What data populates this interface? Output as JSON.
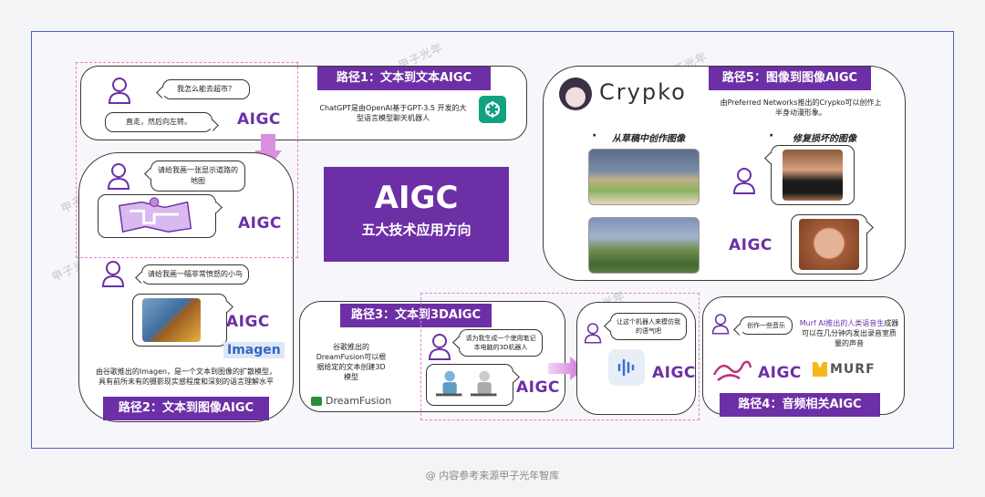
{
  "watermark": "甲子光年",
  "center": {
    "title": "AIGC",
    "subtitle": "五大技术应用方向"
  },
  "path1": {
    "tag": "路径1：文本到文本AIGC",
    "question": "我怎么能去超市？",
    "answer": "直走，然后向左转。",
    "aigc": "AIGC",
    "desc": "ChatGPT是由OpenAI基于GPT-3.5 开发的大型语言模型聊天机器人"
  },
  "path2": {
    "tag": "路径2：文本到图像AIGC",
    "prompt_map": "请给我画一张显示道路的地图",
    "prompt_bird": "请给我画一幅非常愤怒的小鸟",
    "aigc": "AIGC",
    "imagen_logo": "Imagen",
    "desc": "由谷歌推出的Imagen，是一个文本到图像的扩散模型，具有前所未有的摄影现实感程度和深刻的语言理解水平"
  },
  "path3": {
    "tag": "路径3：文本到3DAIGC",
    "desc": "谷歌推出的DreamFusion可以根据给定的文本创建3D模型",
    "prompt": "请为我生成一个使用笔记本电脑的3D机器人",
    "aigc": "AIGC",
    "logo": "DreamFusion"
  },
  "path4": {
    "tag": "路径4：音频相关AIGC",
    "voice_prompt": "让这个机器人来模仿我的语气吧",
    "music_prompt": "创作一些音乐",
    "aigc": "AIGC",
    "desc_highlight": "Murf AI推出的人类语音生",
    "desc_rest": "成器可以在几分钟内发出录音室质量的声音",
    "logo": "MURF"
  },
  "path5": {
    "tag": "路径5：图像到图像AIGC",
    "brand": "Crypko",
    "desc": "由Preferred Networks推出的Crypko可以创作上半身动漫形象。",
    "bullet1": "从草稿中创作图像",
    "bullet2": "修复损坏的图像",
    "bullet_mark": "·",
    "aigc": "AIGC"
  },
  "footer": "@ 内容参考来源甲子光年智库",
  "colors": {
    "accent": "#6d2fa5",
    "dash": "#e37fcf",
    "frame": "#4a5fd0",
    "arrow": "#d98fe0"
  }
}
